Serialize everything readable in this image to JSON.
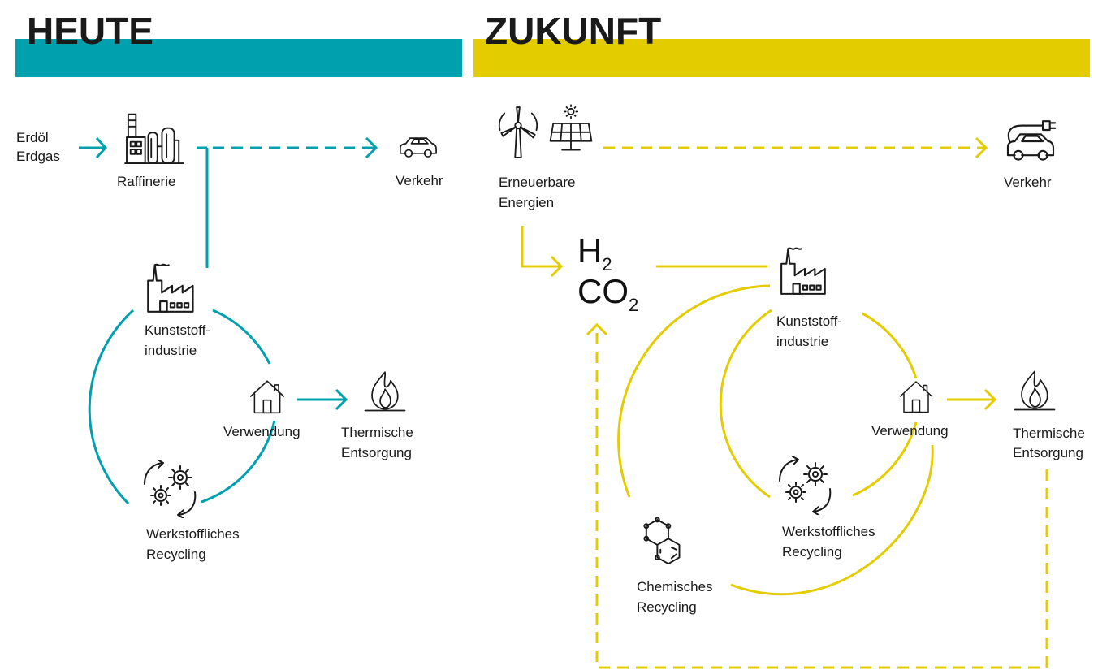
{
  "colors": {
    "heute": "#00A0AF",
    "zukunft": "#E3CC00",
    "text": "#1a1a1a"
  },
  "heute": {
    "title": "HEUTE",
    "erdoel": "Erdöl",
    "erdgas": "Erdgas",
    "raffinerie": "Raffinerie",
    "verkehr": "Verkehr",
    "kunststoff_1": "Kunststoff-",
    "kunststoff_2": "industrie",
    "verwendung": "Verwendung",
    "thermische_1": "Thermische",
    "thermische_2": "Entsorgung",
    "werkstoff_1": "Werkstoffliches",
    "werkstoff_2": "Recycling"
  },
  "zukunft": {
    "title": "ZUKUNFT",
    "erneuerbare_1": "Erneuerbare",
    "erneuerbare_2": "Energien",
    "verkehr": "Verkehr",
    "h2": "H",
    "h2_sub": "2",
    "co2": "CO",
    "co2_sub": "2",
    "kunststoff_1": "Kunststoff-",
    "kunststoff_2": "industrie",
    "verwendung": "Verwendung",
    "thermische_1": "Thermische",
    "thermische_2": "Entsorgung",
    "werkstoff_1": "Werkstoffliches",
    "werkstoff_2": "Recycling",
    "chemisch_1": "Chemisches",
    "chemisch_2": "Recycling"
  },
  "icons": {
    "refinery": "refinery-icon",
    "car": "car-icon",
    "electric_car": "electric-car-icon",
    "factory": "factory-icon",
    "house": "house-icon",
    "flame": "flame-icon",
    "gears": "recycling-gears-icon",
    "wind": "wind-turbine-icon",
    "solar": "solar-panel-icon",
    "molecule": "molecule-icon"
  }
}
